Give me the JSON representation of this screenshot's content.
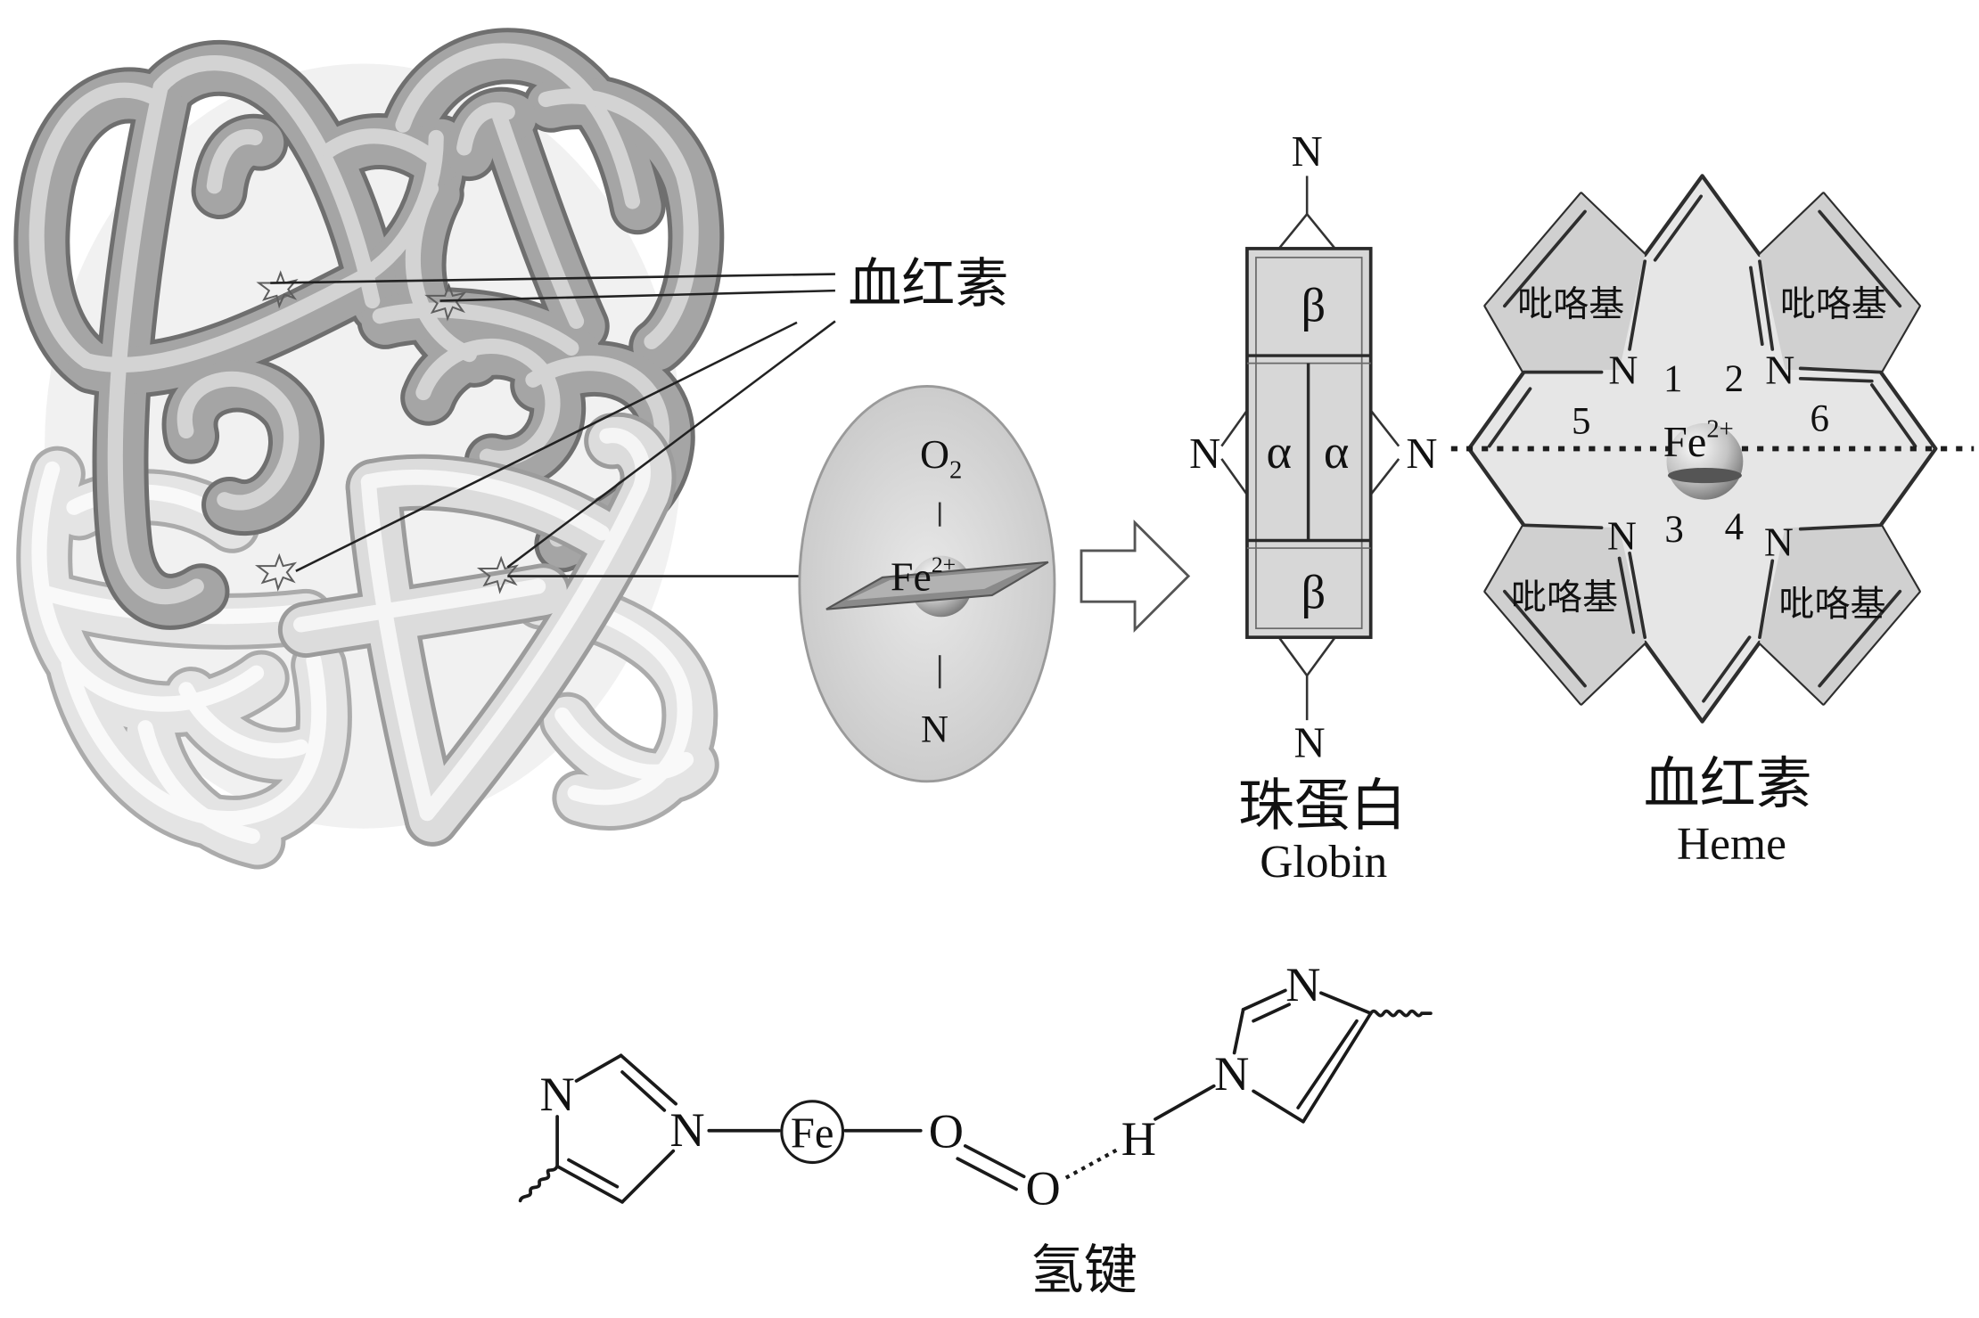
{
  "protein": {
    "heme_label": "血红素"
  },
  "inset": {
    "oxygen_symbol": "O",
    "oxygen_subscript": "2",
    "iron_symbol": "Fe",
    "iron_charge": "2+",
    "nitrogen": "N"
  },
  "globin": {
    "n_top": "N",
    "n_left": "N",
    "n_right": "N",
    "n_bottom": "N",
    "beta_top": "β",
    "alpha_left": "α",
    "alpha_right": "α",
    "beta_bottom": "β",
    "label_cn": "珠蛋白",
    "label_en": "Globin"
  },
  "heme": {
    "pyrrole_labels": [
      "吡咯基",
      "吡咯基",
      "吡咯基",
      "吡咯基"
    ],
    "n_labels": [
      "N",
      "N",
      "N",
      "N"
    ],
    "positions": [
      "1",
      "2",
      "3",
      "4",
      "5",
      "6"
    ],
    "iron_symbol": "Fe",
    "iron_charge": "2+",
    "label_cn": "血红素",
    "label_en": "Heme"
  },
  "binding": {
    "ring_left_n1": "N",
    "ring_left_n2": "N",
    "iron": "Fe",
    "oxygen_1": "O",
    "oxygen_2": "O",
    "hydrogen": "H",
    "ring_right_n1": "N",
    "ring_right_n2": "N",
    "bond_label": "氢键"
  }
}
